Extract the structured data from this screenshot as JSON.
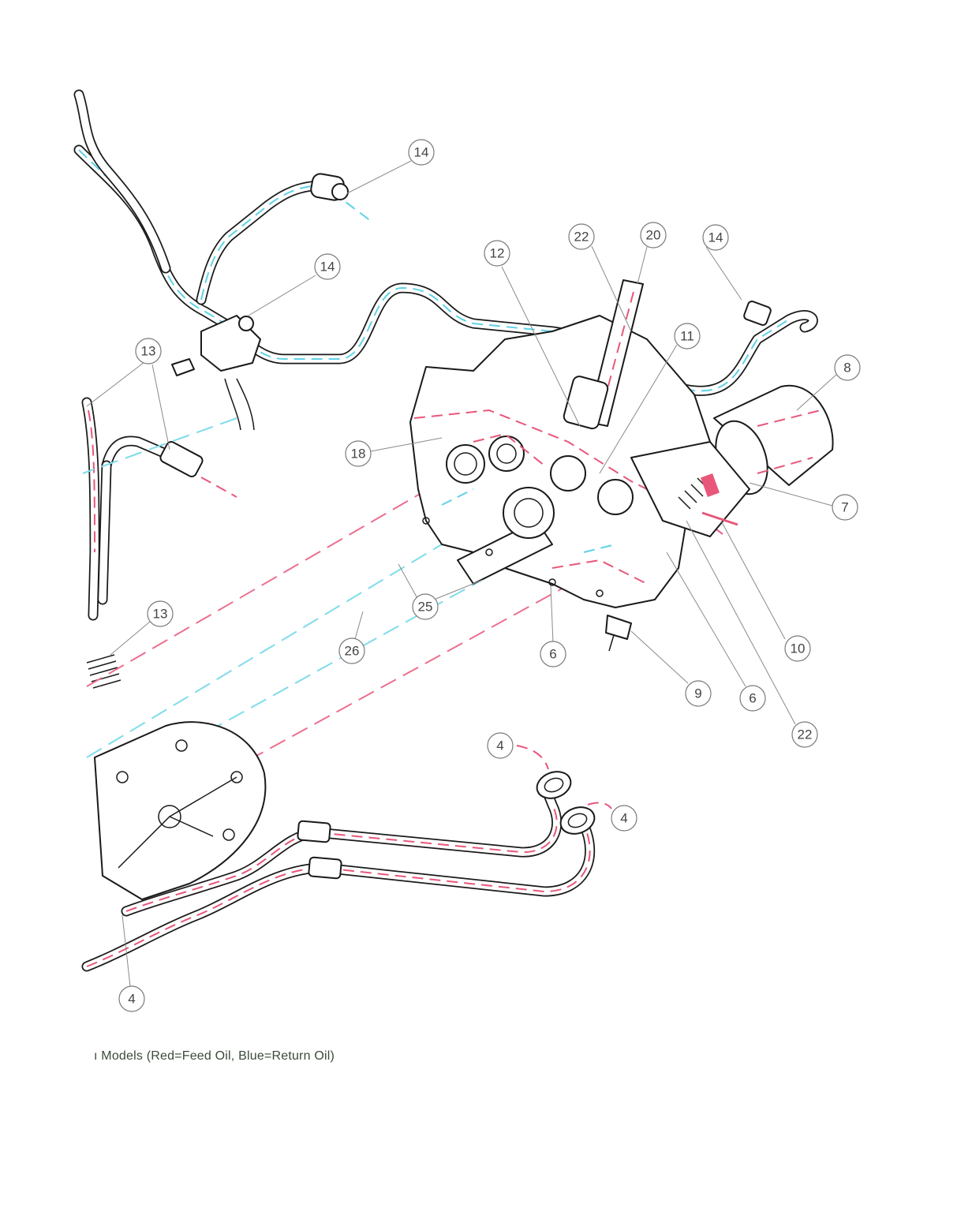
{
  "caption": "ı Models (Red=Feed Oil, Blue=Return Oil)",
  "colors": {
    "feed_oil": "#e8577a",
    "return_oil": "#5fd2e6",
    "outline": "#1a1a1a"
  },
  "callouts": [
    {
      "id": "c14a",
      "label": "14"
    },
    {
      "id": "c14b",
      "label": "14"
    },
    {
      "id": "c14c",
      "label": "14"
    },
    {
      "id": "c22a",
      "label": "22"
    },
    {
      "id": "c20",
      "label": "20"
    },
    {
      "id": "c12",
      "label": "12"
    },
    {
      "id": "c11",
      "label": "11"
    },
    {
      "id": "c8",
      "label": "8"
    },
    {
      "id": "c13a",
      "label": "13"
    },
    {
      "id": "c13b",
      "label": "13"
    },
    {
      "id": "c18",
      "label": "18"
    },
    {
      "id": "c7",
      "label": "7"
    },
    {
      "id": "c25",
      "label": "25"
    },
    {
      "id": "c26",
      "label": "26"
    },
    {
      "id": "c6a",
      "label": "6"
    },
    {
      "id": "c10",
      "label": "10"
    },
    {
      "id": "c9",
      "label": "9"
    },
    {
      "id": "c6b",
      "label": "6"
    },
    {
      "id": "c22b",
      "label": "22"
    },
    {
      "id": "c4a",
      "label": "4"
    },
    {
      "id": "c4b",
      "label": "4"
    },
    {
      "id": "c4c",
      "label": "4"
    }
  ]
}
